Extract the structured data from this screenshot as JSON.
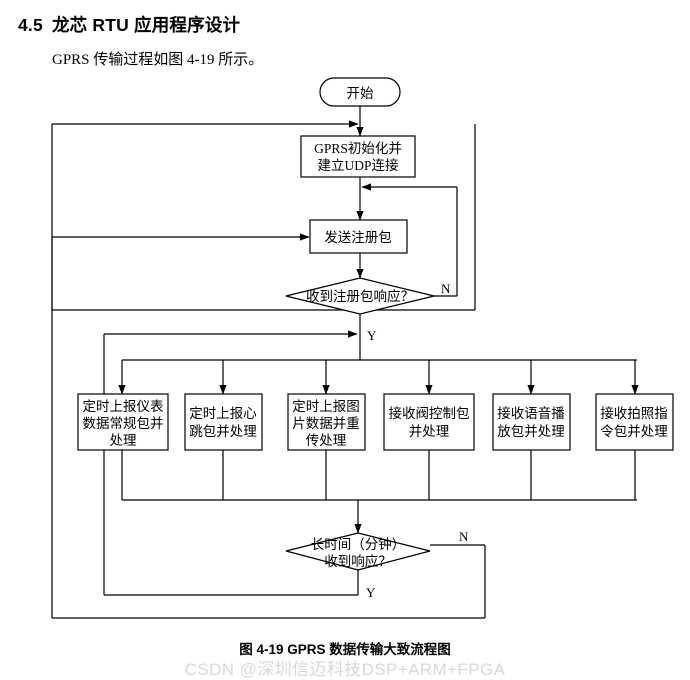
{
  "heading": {
    "number": "4.5",
    "title": "龙芯 RTU 应用程序设计"
  },
  "intro_text": "GPRS 传输过程如图 4-19 所示。",
  "caption": "图 4-19 GPRS 数据传输大致流程图",
  "watermark": "CSDN @深圳信迈科技DSP+ARM+FPGA",
  "colors": {
    "line": "#000000",
    "box_border": "#000000",
    "background": "#ffffff",
    "watermark": "#d8d8d8"
  },
  "chart_data": {
    "type": "diagram",
    "title": "图 4-19 GPRS 数据传输大致流程图",
    "nodes": [
      {
        "id": "start",
        "shape": "terminator",
        "label": "开始"
      },
      {
        "id": "init",
        "shape": "process",
        "label_line1": "GPRS初始化并",
        "label_line2": "建立UDP连接"
      },
      {
        "id": "sendreg",
        "shape": "process",
        "label": "发送注册包"
      },
      {
        "id": "decision1",
        "shape": "decision",
        "label": "收到注册包响应？"
      },
      {
        "id": "task1",
        "shape": "process",
        "label_line1": "定时上报仪表",
        "label_line2": "数据常规包并",
        "label_line3": "处理"
      },
      {
        "id": "task2",
        "shape": "process",
        "label_line1": "定时上报心",
        "label_line2": "跳包并处理"
      },
      {
        "id": "task3",
        "shape": "process",
        "label_line1": "定时上报图",
        "label_line2": "片数据并重",
        "label_line3": "传处理"
      },
      {
        "id": "task4",
        "shape": "process",
        "label_line1": "接收阀控制包",
        "label_line2": "并处理"
      },
      {
        "id": "task5",
        "shape": "process",
        "label_line1": "接收语音播",
        "label_line2": "放包并处理"
      },
      {
        "id": "task6",
        "shape": "process",
        "label_line1": "接收拍照指",
        "label_line2": "令包并处理"
      },
      {
        "id": "decision2",
        "shape": "decision",
        "label_line1": "长时间（分钟）",
        "label_line2": "收到响应？"
      }
    ],
    "edge_labels": {
      "decision1_no": "N",
      "decision1_yes": "Y",
      "decision2_no": "N",
      "decision2_yes": "Y"
    },
    "edges": [
      {
        "from": "start",
        "to": "init"
      },
      {
        "from": "init",
        "to": "sendreg"
      },
      {
        "from": "sendreg",
        "to": "decision1"
      },
      {
        "from": "decision1",
        "to": "sendreg",
        "label": "N"
      },
      {
        "from": "decision1",
        "to": "task-bus",
        "label": "Y"
      },
      {
        "from": "task-bus",
        "to": "task1"
      },
      {
        "from": "task-bus",
        "to": "task2"
      },
      {
        "from": "task-bus",
        "to": "task3"
      },
      {
        "from": "task-bus",
        "to": "task4"
      },
      {
        "from": "task-bus",
        "to": "task5"
      },
      {
        "from": "task-bus",
        "to": "task6"
      },
      {
        "from": "merge-bus",
        "to": "decision2"
      },
      {
        "from": "decision2",
        "to": "task-bus",
        "label": "Y"
      },
      {
        "from": "decision2",
        "to": "init",
        "label": "N"
      }
    ]
  }
}
